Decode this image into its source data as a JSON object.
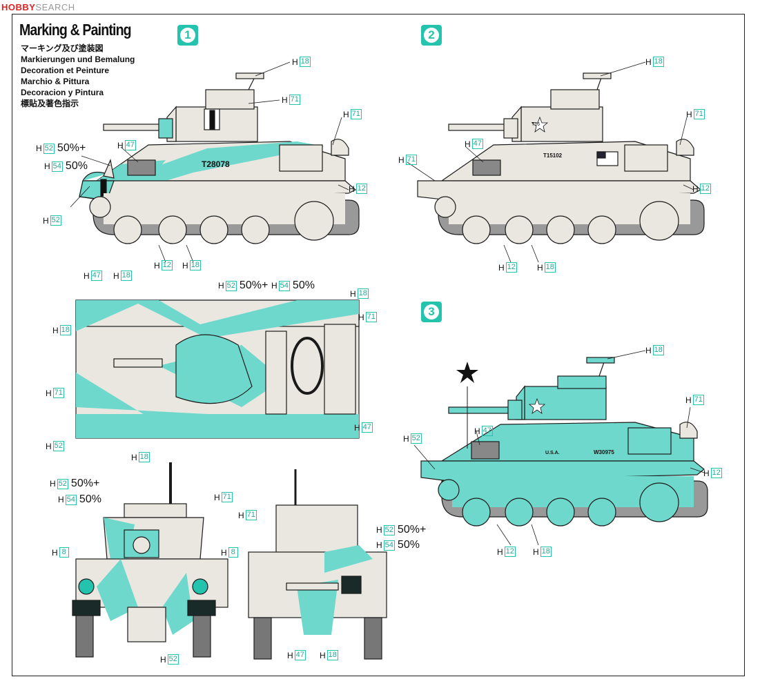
{
  "watermark": {
    "part1": "HOBBY",
    "part2": "SEARCH"
  },
  "header": {
    "title": "Marking & Painting",
    "subtitles": [
      "マーキング及び塗装図",
      "Markierungen und Bemalung",
      "Decoration et Peinture",
      "Marchio & Pittura",
      "Decoracion y Pintura",
      "標貼及著色指示"
    ]
  },
  "badges": {
    "one": "1",
    "two": "2",
    "three": "3"
  },
  "color_codes": {
    "h8": "8",
    "h12": "12",
    "h18": "18",
    "h47": "47",
    "h52": "52",
    "h54": "54",
    "h71": "71"
  },
  "h_prefix": "H",
  "percent": "50%",
  "percent_plus": "50%+",
  "tank_markings": {
    "t1": "T28078",
    "t2_serial": "T15102",
    "t2_turret": "T16",
    "t3_usa": "U.S.A.",
    "t3_serial": "W30975"
  },
  "colors": {
    "mint": "#6fd8cc",
    "cream": "#e9e7df",
    "outline": "#1a1a1a",
    "accent": "#23c3ad",
    "hull2": "#dcdad2"
  }
}
